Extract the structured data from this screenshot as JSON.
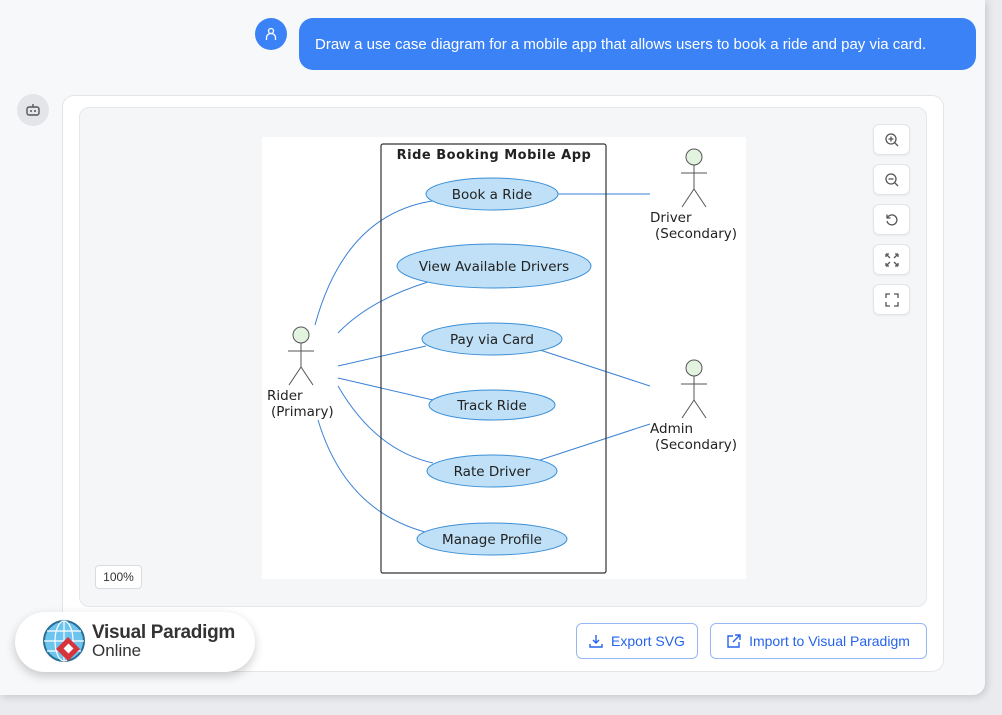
{
  "chat": {
    "user_message": "Draw a use case diagram for a mobile app that allows users to book a ride and pay via card."
  },
  "diagram": {
    "system_title": "Ride Booking Mobile App",
    "use_cases": [
      "Book a Ride",
      "View Available Drivers",
      "Pay via Card",
      "Track Ride",
      "Rate Driver",
      "Manage Profile"
    ],
    "actors": [
      {
        "name": "Rider",
        "role": "(Primary)"
      },
      {
        "name": "Driver",
        "role": "(Secondary)"
      },
      {
        "name": "Admin",
        "role": "(Secondary)"
      }
    ],
    "colors": {
      "use_case_fill": "#bfe0f7",
      "use_case_stroke": "#3b8fd6",
      "line": "#3b82d6",
      "actor_head": "#e2f3e0"
    }
  },
  "controls": {
    "zoom_in": "zoom-in-icon",
    "zoom_out": "zoom-out-icon",
    "reset": "reset-icon",
    "fit": "fit-icon",
    "fullscreen": "fullscreen-icon",
    "zoom_level": "100%"
  },
  "actions": {
    "export_svg": "Export SVG",
    "import_vp": "Import to Visual Paradigm"
  },
  "brand": {
    "line1": "Visual Paradigm",
    "line2": "Online"
  },
  "accent": "#3b82f6"
}
